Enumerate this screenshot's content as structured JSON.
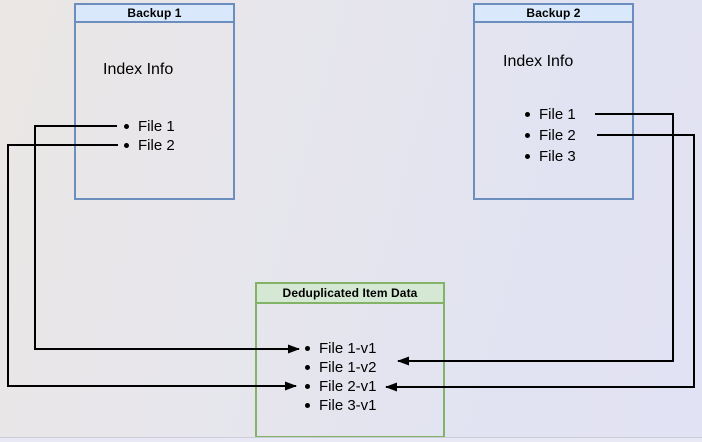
{
  "backup1": {
    "title": "Backup 1",
    "subtitle": "Index Info",
    "items": [
      "File 1",
      "File 2"
    ]
  },
  "backup2": {
    "title": "Backup 2",
    "subtitle": "Index Info",
    "items": [
      "File 1",
      "File 2",
      "File 3"
    ]
  },
  "dedup": {
    "title": "Deduplicated Item Data",
    "items": [
      "File 1-v1",
      "File 1-v2",
      "File 2-v1",
      "File 3-v1"
    ]
  },
  "connections": [
    {
      "from": "Backup 1 / File 1",
      "to": "File 1-v1"
    },
    {
      "from": "Backup 1 / File 2",
      "to": "File 2-v1"
    },
    {
      "from": "Backup 2 / File 1",
      "to": "File 1-v2"
    },
    {
      "from": "Backup 2 / File 2",
      "to": "File 2-v1"
    }
  ],
  "colors": {
    "blue_fill": "#dae8fc",
    "blue_border": "#6c8ebf",
    "green_fill": "#d5e8d4",
    "green_border": "#82b366",
    "arrow": "#000000"
  }
}
